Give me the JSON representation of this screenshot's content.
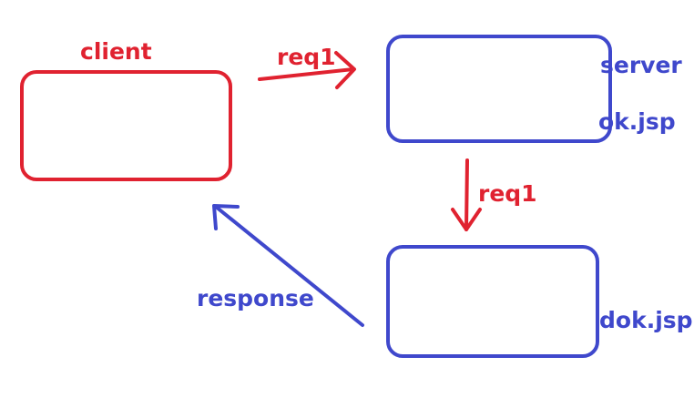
{
  "colors": {
    "client": "#e02230",
    "server": "#3f48cc",
    "background": "#ffffff"
  },
  "nodes": {
    "client": {
      "label": "client"
    },
    "server": {
      "label": "server",
      "sublabel": "ok.jsp"
    },
    "forward_target": {
      "label": "dok.jsp"
    }
  },
  "edges": {
    "client_to_server": {
      "label": "req1"
    },
    "server_to_target": {
      "label": "req1"
    },
    "target_to_client": {
      "label": "response"
    }
  }
}
